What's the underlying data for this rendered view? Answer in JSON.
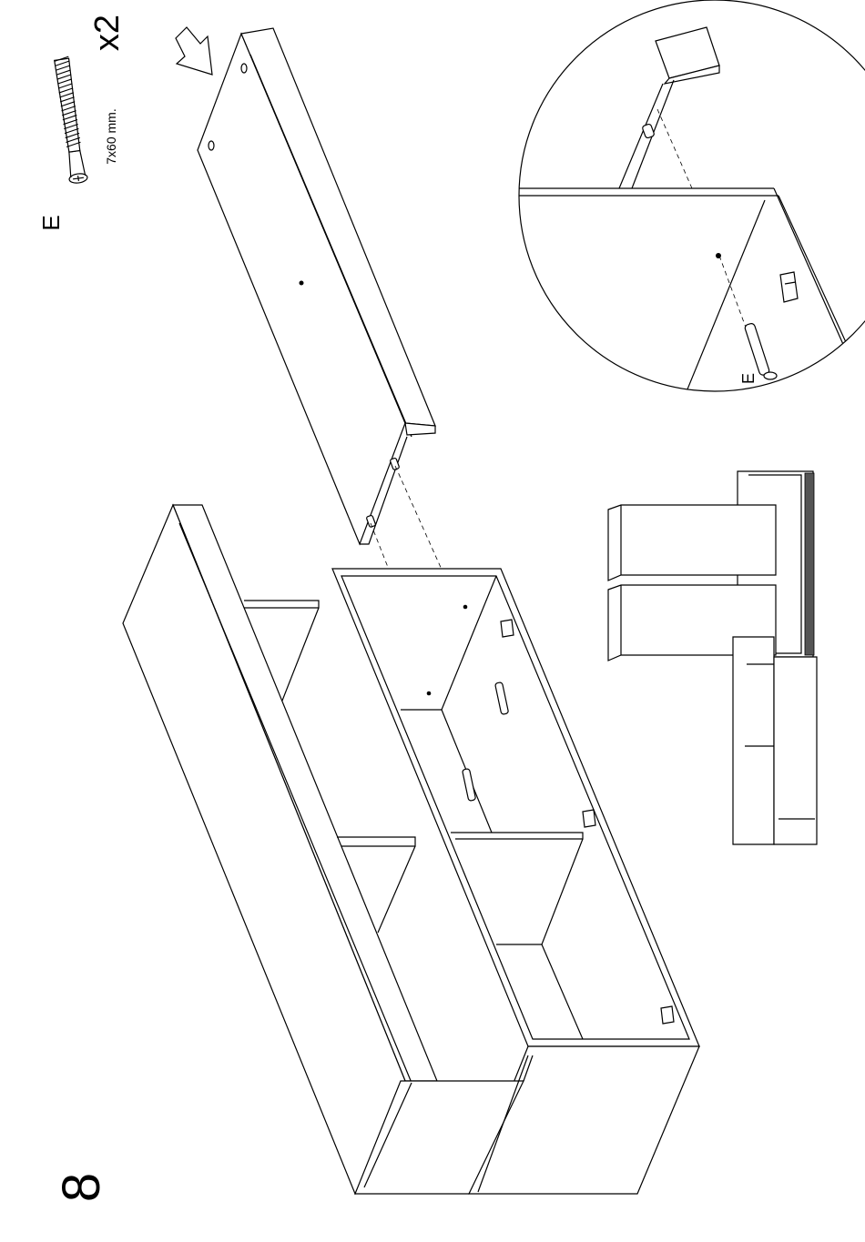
{
  "step": {
    "number": "8"
  },
  "hardware": {
    "part_letter": "E",
    "size_label": "7x60 mm.",
    "quantity": "x2",
    "icon": "screw-icon"
  },
  "detail": {
    "part_letter": "E"
  },
  "colors": {
    "ink": "#000000",
    "paper": "#ffffff"
  }
}
